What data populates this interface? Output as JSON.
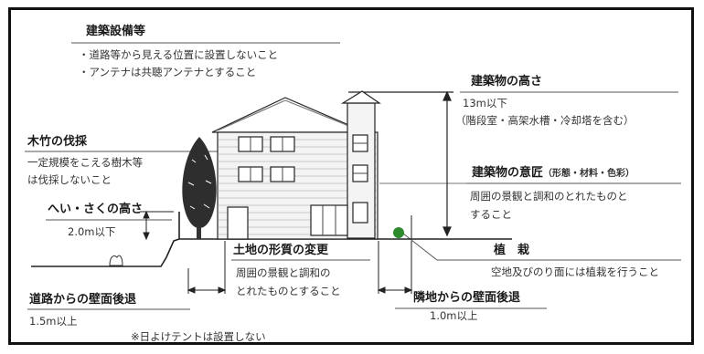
{
  "equipment": {
    "heading": "建築設備等",
    "items": [
      "・道路等から見える位置に設置しないこと",
      "・アンテナは共聴アンテナとすること"
    ]
  },
  "height": {
    "heading": "建築物の高さ",
    "value": "13m以下",
    "note": "（階段室・高架水槽・冷却塔を含む）"
  },
  "trees": {
    "heading": "木竹の伐採",
    "line1": "一定規模をこえる樹木等",
    "line2": "は伐採しないこと"
  },
  "fence": {
    "heading": "へい・さくの高さ",
    "value": "2.0m以下"
  },
  "design": {
    "heading": "建築物の意匠",
    "sub": "（形態・材料・色彩）",
    "line1": "周囲の景観と調和のとれたものと",
    "line2": "すること"
  },
  "land": {
    "heading": "土地の形質の変更",
    "line1": "周囲の景観と調和の",
    "line2": "とれたものとすること"
  },
  "planting": {
    "heading": "植　栽",
    "text": "空地及びのり面には植栽を行うこと"
  },
  "road_setback": {
    "heading": "道路からの壁面後退",
    "value": "1.5m以上"
  },
  "neighbor_setback": {
    "heading": "隣地からの壁面後退",
    "value": "1.0m以上"
  },
  "footnote": "※日よけテントは設置しない"
}
